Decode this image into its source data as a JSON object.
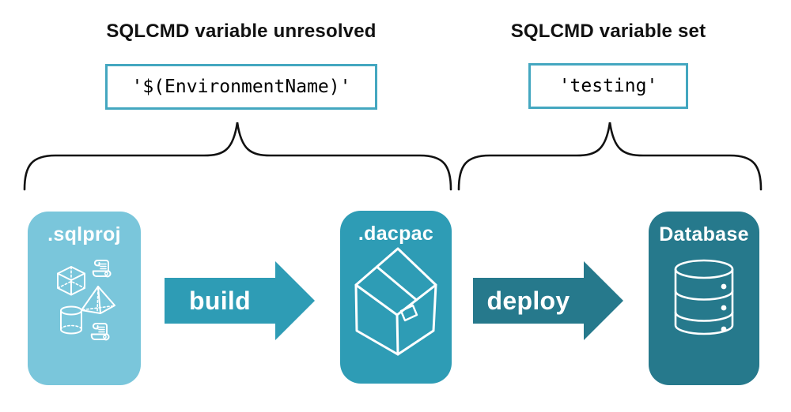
{
  "diagram": {
    "title_context": "SQL project build and deploy pipeline",
    "colors": {
      "background": "#ffffff",
      "light_blue": "#7ac6db",
      "teal": "#2e9cb5",
      "dark_teal": "#26798c",
      "code_border_teal": "#44a7c0",
      "text_dark": "#111111",
      "white": "#ffffff"
    },
    "annotations": [
      {
        "id": "unresolved",
        "heading": "SQLCMD variable unresolved",
        "code": "'$(EnvironmentName)'"
      },
      {
        "id": "set",
        "heading": "SQLCMD variable set",
        "code": "'testing'"
      }
    ],
    "nodes": [
      {
        "id": "sqlproj",
        "label": ".sqlproj",
        "icon": "sql-project-objects-icon"
      },
      {
        "id": "dacpac",
        "label": ".dacpac",
        "icon": "package-box-icon"
      },
      {
        "id": "database",
        "label": "Database",
        "icon": "database-cylinder-icon"
      }
    ],
    "arrows": [
      {
        "id": "build",
        "label": "build"
      },
      {
        "id": "deploy",
        "label": "deploy"
      }
    ]
  }
}
